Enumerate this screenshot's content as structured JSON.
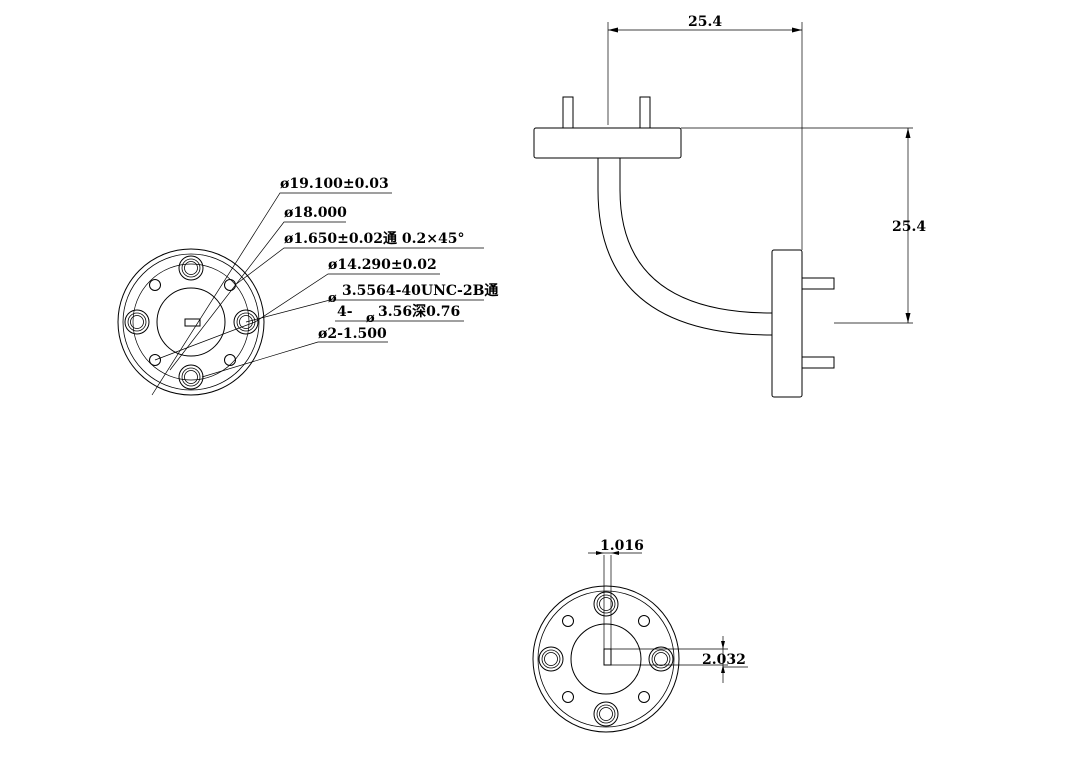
{
  "drawing": {
    "front_view": {
      "callouts": [
        "ø19.100±0.03",
        "ø18.000",
        "ø1.650±0.02通  0.2×45°",
        "ø14.290±0.02",
        "3.5564-40UNC-2B通",
        "4-",
        "3.56深0.76",
        "ø2-1.500"
      ],
      "diameter_symbol": "ø"
    },
    "side_view": {
      "dim_horizontal": "25.4",
      "dim_vertical": "25.4"
    },
    "end_view": {
      "dim_width": "1.016",
      "dim_height": "2.032"
    }
  }
}
